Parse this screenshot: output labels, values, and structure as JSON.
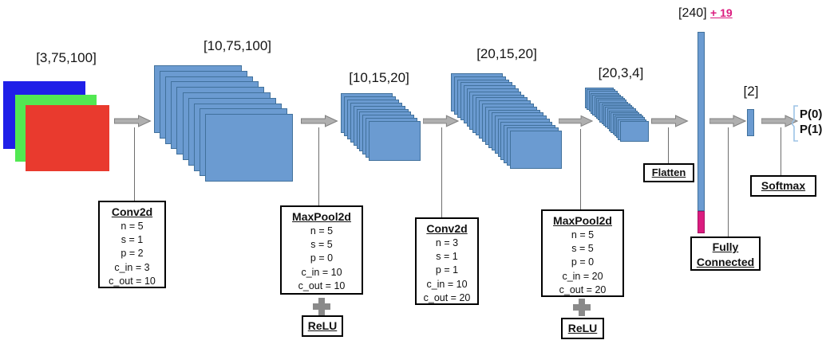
{
  "colors": {
    "layer_fill": "#6B9BD1",
    "layer_border": "#41719C",
    "accent_pink": "#DB1C7F",
    "arrow_fill": "#AFAFAF",
    "arrow_border": "#7F7F7F",
    "rgb_blue": "#1F1FE8",
    "rgb_green": "#52E852",
    "rgb_red": "#E93A2E",
    "connector_gray": "#6E6E6E",
    "brace_blue": "#9DC3E6"
  },
  "input_image": {
    "label": "[3,75,100]"
  },
  "stacks": [
    {
      "name": "conv1-output",
      "label": "[10,75,100]",
      "count": 10,
      "w": 110,
      "h": 85,
      "dx": 7.1,
      "dy": 6.8
    },
    {
      "name": "pool1-output",
      "label": "[10,15,20]",
      "count": 10,
      "w": 65,
      "h": 50,
      "dx": 3.9,
      "dy": 3.9
    },
    {
      "name": "conv2-output",
      "label": "[20,15,20]",
      "count": 20,
      "w": 65,
      "h": 48,
      "dx": 3.9,
      "dy": 3.8
    },
    {
      "name": "pool2-output",
      "label": "[20,3,4]",
      "count": 20,
      "w": 36,
      "h": 26,
      "dx": 2.3,
      "dy": 2.2
    }
  ],
  "op_boxes": [
    {
      "title": "Conv2d",
      "params": [
        "n = 5",
        "s = 1",
        "p = 2",
        "c_in = 3",
        "c_out = 10"
      ]
    },
    {
      "title": "MaxPool2d",
      "params": [
        "n = 5",
        "s = 5",
        "p = 0",
        "c_in = 10",
        "c_out = 10"
      ]
    },
    {
      "title": "Conv2d",
      "params": [
        "n = 3",
        "s = 1",
        "p = 1",
        "c_in = 10",
        "c_out = 20"
      ]
    },
    {
      "title": "MaxPool2d",
      "params": [
        "n = 5",
        "s = 5",
        "p = 0",
        "c_in = 20",
        "c_out = 20"
      ]
    }
  ],
  "relu": {
    "label": "ReLU"
  },
  "flatten": {
    "box_label": "Flatten",
    "vector_label": "[240]",
    "appended_label": "+ 19"
  },
  "fully_connected": {
    "line1": "Fully",
    "line2": "Connected",
    "output_label": "[2]"
  },
  "softmax": {
    "box_label": "Softmax",
    "outputs": [
      "P(0)",
      "P(1)"
    ]
  }
}
